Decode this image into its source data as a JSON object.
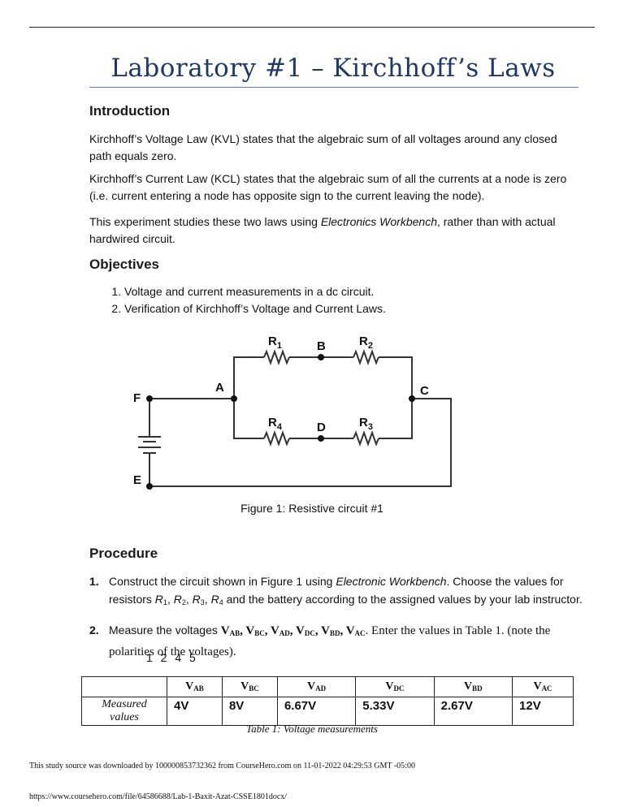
{
  "title": "Laboratory #1 – Kirchhoff’s Laws",
  "introduction": {
    "heading": "Introduction",
    "kvl": "Kirchhoff’s Voltage Law (KVL) states that the algebraic sum of all voltages around any closed path equals zero.",
    "kcl": "Kirchhoff’s Current Law (KCL) states that the algebraic sum of all the currents at a node is zero (i.e. current entering a node has opposite sign to the current leaving the node).",
    "exp_pre": "This experiment studies these two laws using ",
    "exp_em": "Electronics Workbench",
    "exp_post": ", rather than with actual hardwired circuit."
  },
  "objectives": {
    "heading": "Objectives",
    "items": [
      "Voltage and current measurements in a dc circuit.",
      "Verification of Kirchhoff’s Voltage and Current Laws."
    ]
  },
  "figure": {
    "caption": "Figure 1: Resistive circuit #1",
    "nodes": [
      "A",
      "B",
      "C",
      "D",
      "E",
      "F"
    ],
    "resistors": [
      {
        "letter": "R",
        "sub": "1"
      },
      {
        "letter": "R",
        "sub": "2"
      },
      {
        "letter": "R",
        "sub": "3"
      },
      {
        "letter": "R",
        "sub": "4"
      }
    ]
  },
  "procedure": {
    "heading": "Procedure",
    "step1": {
      "num": "1.",
      "pre": "Construct the circuit shown in Figure 1 using ",
      "em": "Electronic Workbench",
      "mid": ". Choose the values for resistors ",
      "r": "R",
      "s1": "1",
      "s2": "2",
      "s3": "3",
      "s4": "4",
      "post": " and the battery according to the assigned values by your lab instructor."
    },
    "step2": {
      "num": "2.",
      "pre": "Measure the voltages ",
      "post": ". Enter the values in Table 1. (note the polarities of the voltages)."
    },
    "handwritten": "1 2 4 5"
  },
  "table": {
    "row_label": "Measured values",
    "headers": [
      {
        "v": "V",
        "sub": "AB"
      },
      {
        "v": "V",
        "sub": "BC"
      },
      {
        "v": "V",
        "sub": "AD"
      },
      {
        "v": "V",
        "sub": "DC"
      },
      {
        "v": "V",
        "sub": "BD"
      },
      {
        "v": "V",
        "sub": "AC"
      }
    ],
    "values": [
      "4V",
      "8V",
      "6.67V",
      "5.33V",
      "2.67V",
      "12V"
    ],
    "caption": "Table 1: Voltage measurements"
  },
  "footer": {
    "source": "This study source was downloaded by 100000853732362 from CourseHero.com on 11-01-2022 04:29:53 GMT -05:00",
    "url": "https://www.coursehero.com/file/64586688/Lab-1-Baxit-Azat-CSSE1801docx/"
  }
}
